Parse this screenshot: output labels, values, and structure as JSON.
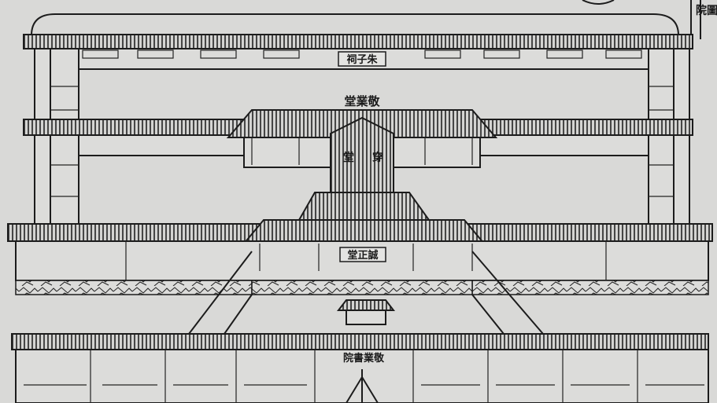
{
  "labels": {
    "top_right_title": "院圖",
    "zhuzi_shrine": "祠子朱",
    "jingye_hall": "堂業敬",
    "passage_hall_left": "堂",
    "passage_hall_right": "穿",
    "chengzheng_hall": "堂正誠",
    "academy_gate": "院書業敬"
  },
  "colors": {
    "paper": "#d9d9d7",
    "ink": "#1c1c1c"
  }
}
